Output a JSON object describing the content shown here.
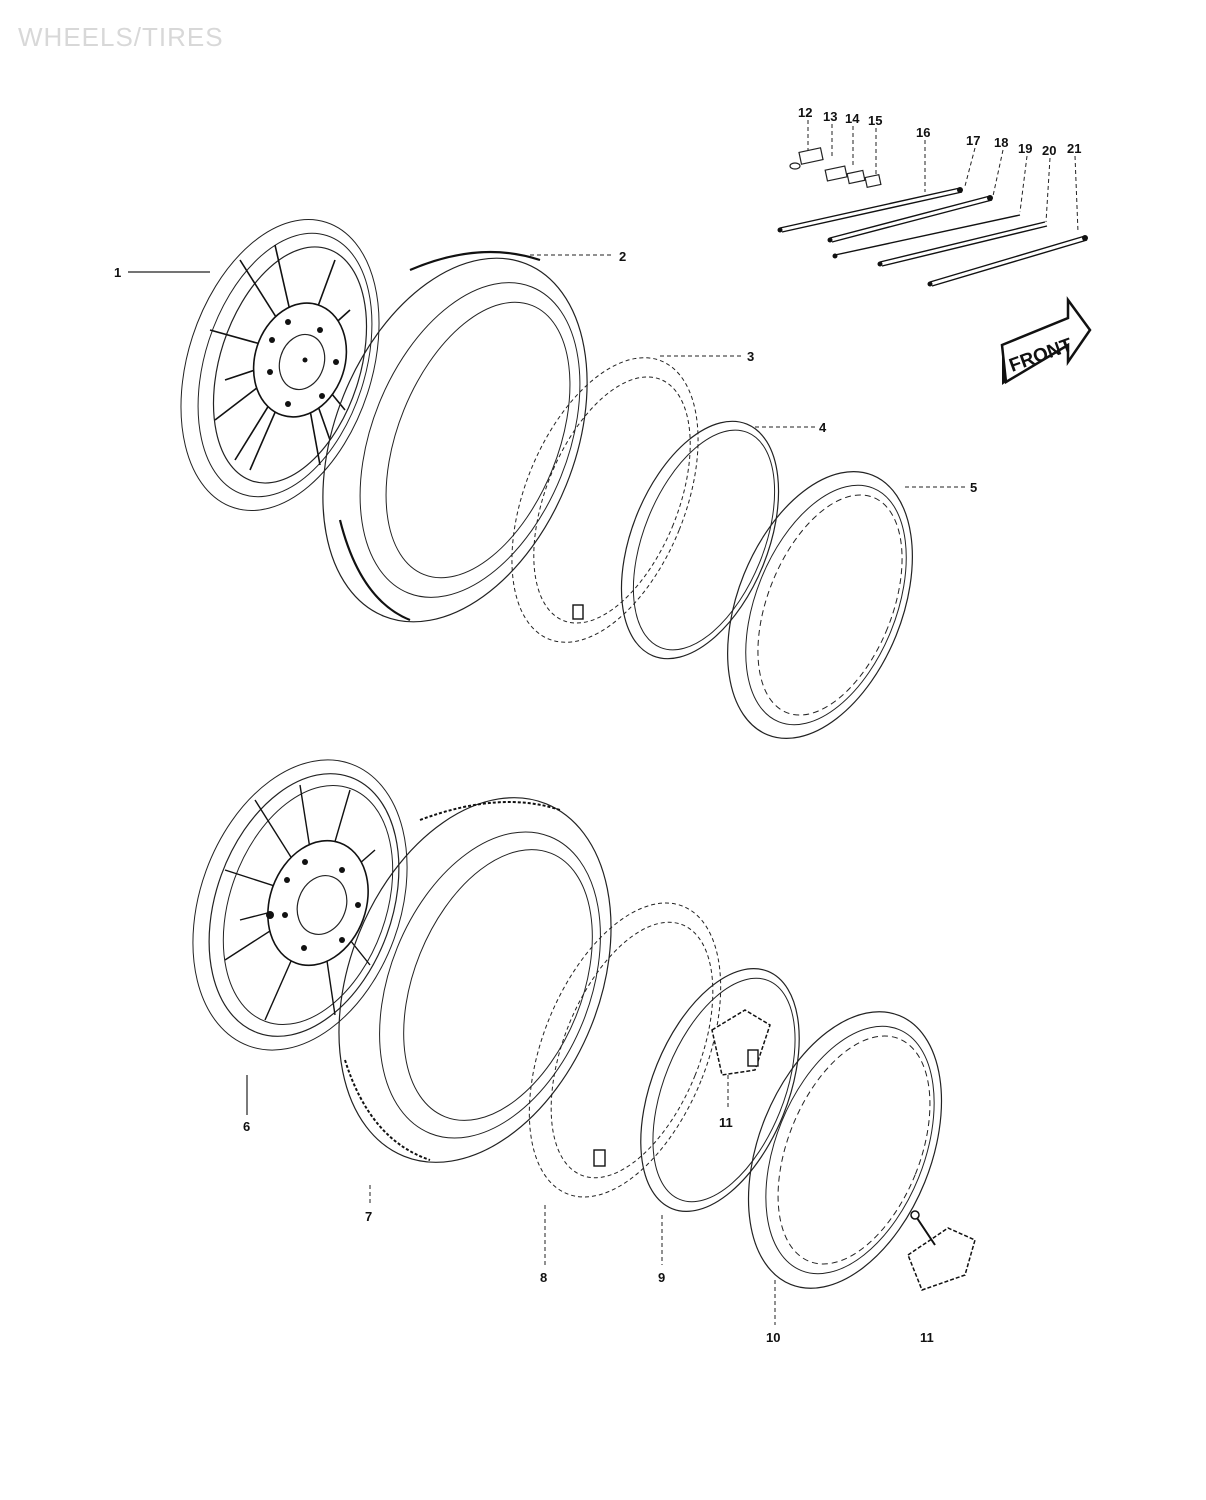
{
  "title": "WHEELS/TIRES",
  "front_badge": "FRONT",
  "callouts": {
    "c1": "1",
    "c2": "2",
    "c3": "3",
    "c4": "4",
    "c5": "5",
    "c6": "6",
    "c7": "7",
    "c8": "8",
    "c9": "9",
    "c10": "10",
    "c11a": "11",
    "c11b": "11",
    "c12": "12",
    "c13": "13",
    "c14": "14",
    "c15": "15",
    "c16": "16",
    "c17": "17",
    "c18": "18",
    "c19": "19",
    "c20": "20",
    "c21": "21"
  }
}
